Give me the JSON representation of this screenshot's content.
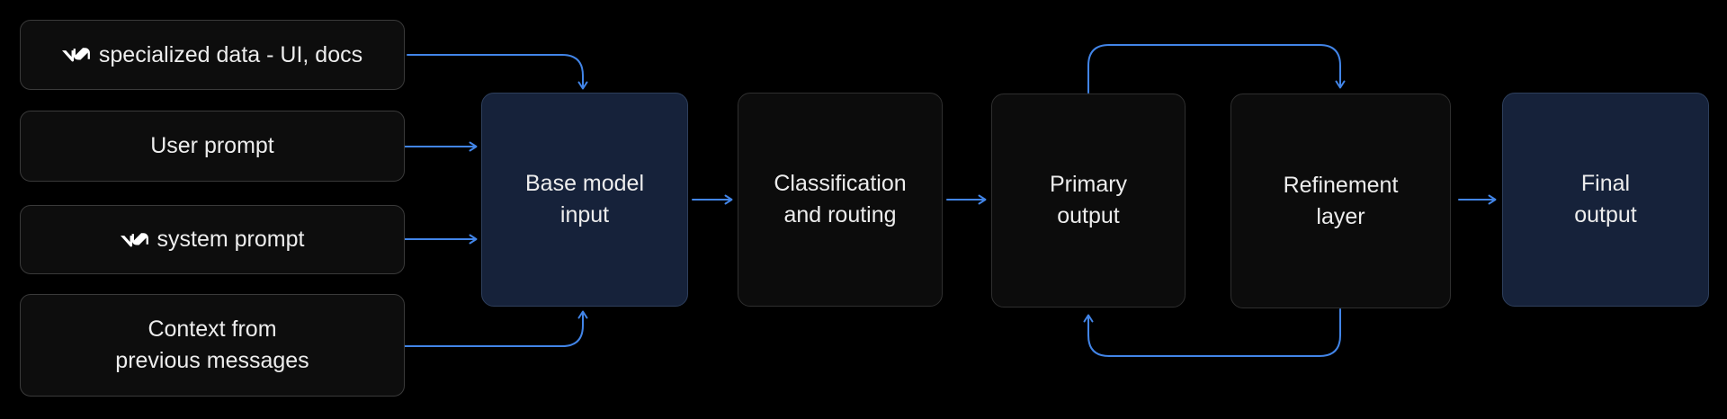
{
  "diagram": {
    "background_color": "#000000",
    "arrow_color": "#4285E8",
    "text_color": "#EDEDED",
    "colors": {
      "input_box_bg": "#0D0D0D",
      "input_box_border": "#3A3A3A",
      "process_box_bg": "#0C0C0C",
      "process_box_border": "#2F2F2F",
      "highlight_box_bg": "#16223A",
      "highlight_box_border": "#2E3F5C"
    },
    "inputs": [
      {
        "id": "specialized-data",
        "icon": "v0-logo-icon",
        "lines": [
          "specialized data - UI, docs"
        ]
      },
      {
        "id": "user-prompt",
        "lines": [
          "User prompt"
        ]
      },
      {
        "id": "system-prompt",
        "icon": "v0-logo-icon",
        "lines": [
          "system prompt"
        ]
      },
      {
        "id": "context-previous-messages",
        "lines": [
          "Context from",
          "previous messages"
        ]
      }
    ],
    "stages": [
      {
        "id": "base-model-input",
        "variant": "highlight",
        "lines": [
          "Base model",
          "input"
        ]
      },
      {
        "id": "classification-and-routing",
        "variant": "process",
        "lines": [
          "Classification",
          "and routing"
        ]
      },
      {
        "id": "primary-output",
        "variant": "process",
        "lines": [
          "Primary",
          "output"
        ]
      },
      {
        "id": "refinement-layer",
        "variant": "process",
        "lines": [
          "Refinement",
          "layer"
        ]
      },
      {
        "id": "final-output",
        "variant": "highlight",
        "lines": [
          "Final",
          "output"
        ]
      }
    ],
    "connections": [
      {
        "from": "specialized-data",
        "to": "base-model-input"
      },
      {
        "from": "user-prompt",
        "to": "base-model-input"
      },
      {
        "from": "system-prompt",
        "to": "base-model-input"
      },
      {
        "from": "context-previous-messages",
        "to": "base-model-input"
      },
      {
        "from": "base-model-input",
        "to": "classification-and-routing"
      },
      {
        "from": "classification-and-routing",
        "to": "primary-output"
      },
      {
        "from": "primary-output",
        "to": "refinement-layer"
      },
      {
        "from": "refinement-layer",
        "to": "primary-output"
      },
      {
        "from": "refinement-layer",
        "to": "final-output"
      }
    ]
  }
}
